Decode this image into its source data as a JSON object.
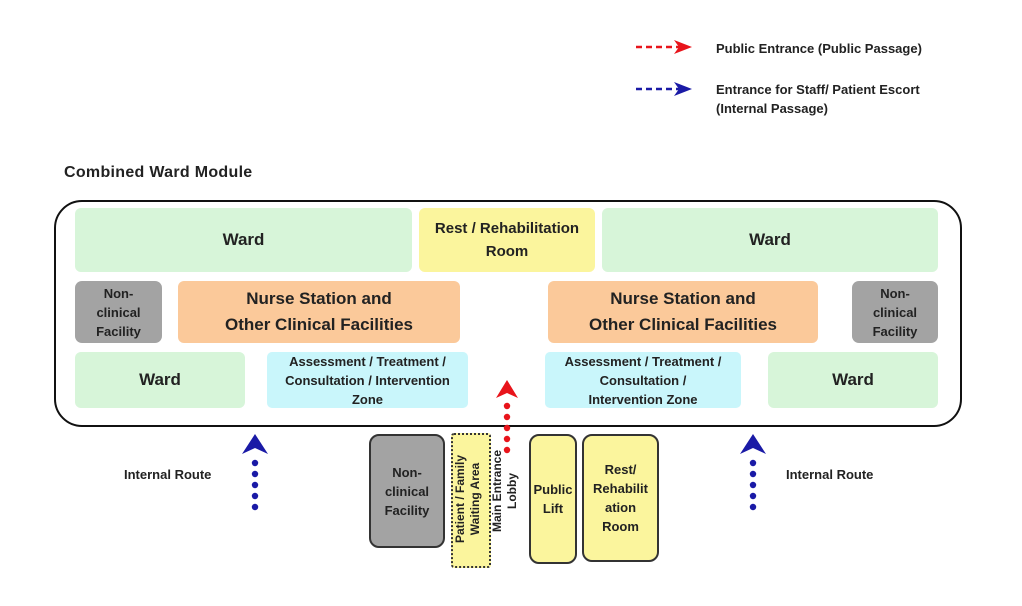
{
  "legend": {
    "public_entrance": "Public Entrance (Public Passage)",
    "staff_entrance_line1": "Entrance for Staff/ Patient Escort",
    "staff_entrance_line2": "(Internal Passage)",
    "public_color": "#e8141b",
    "staff_color": "#1a1aa6"
  },
  "module": {
    "title": "Combined Ward Module",
    "ward_top_left": "Ward",
    "rest_top": "Rest / Rehabilitation\nRoom",
    "ward_top_right": "Ward",
    "nonclinical_left": "Non-\nclinical\nFacility",
    "nurse_left": "Nurse Station and\nOther Clinical Facilities",
    "nurse_right": "Nurse Station and\nOther Clinical Facilities",
    "nonclinical_right": "Non-\nclinical\nFacility",
    "ward_bottom_left": "Ward",
    "assessment_left": "Assessment / Treatment /\nConsultation / Intervention\nZone",
    "assessment_right": "Assessment / Treatment /\nConsultation /\nIntervention Zone",
    "ward_bottom_right": "Ward"
  },
  "below": {
    "nonclinical": "Non-\nclinical\nFacility",
    "waiting_area": "Patient / Family\nWaiting Area",
    "main_entrance": "Main Entrance\nLobby",
    "public_lift": "Public\nLift",
    "rest_room": "Rest/\nRehabilit\nation\nRoom",
    "internal_route_left": "Internal Route",
    "internal_route_right": "Internal Route"
  }
}
